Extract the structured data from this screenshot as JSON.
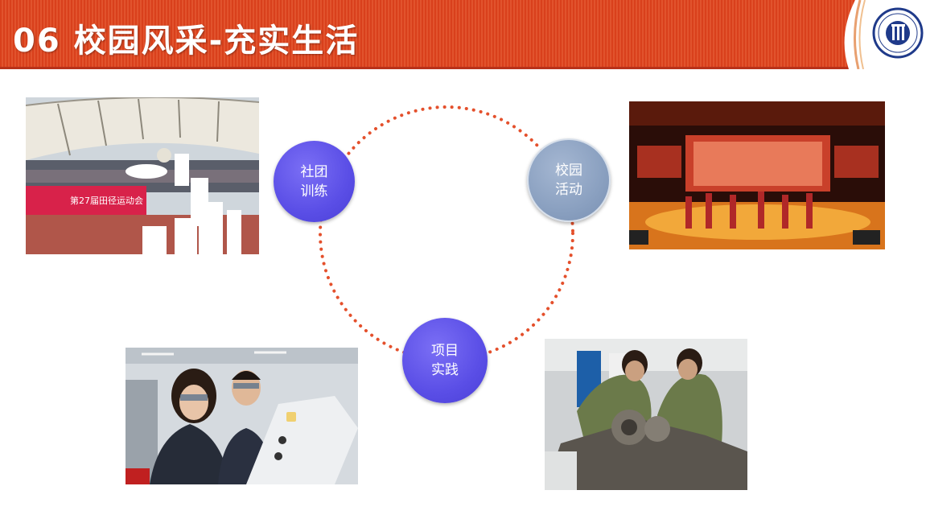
{
  "slide": {
    "title": "06 校园风采-充实生活",
    "accent_color": "#d9401c"
  },
  "nodes": {
    "club_training": {
      "line1": "社团",
      "line2": "训练"
    },
    "campus_activity": {
      "line1": "校园",
      "line2": "活动"
    },
    "project_practice": {
      "line1": "项目",
      "line2": "实践"
    }
  },
  "photos": {
    "sports_meet": {
      "banner_text": "第27届田径运动会"
    }
  },
  "logo": {
    "icon": "college-emblem-icon"
  }
}
